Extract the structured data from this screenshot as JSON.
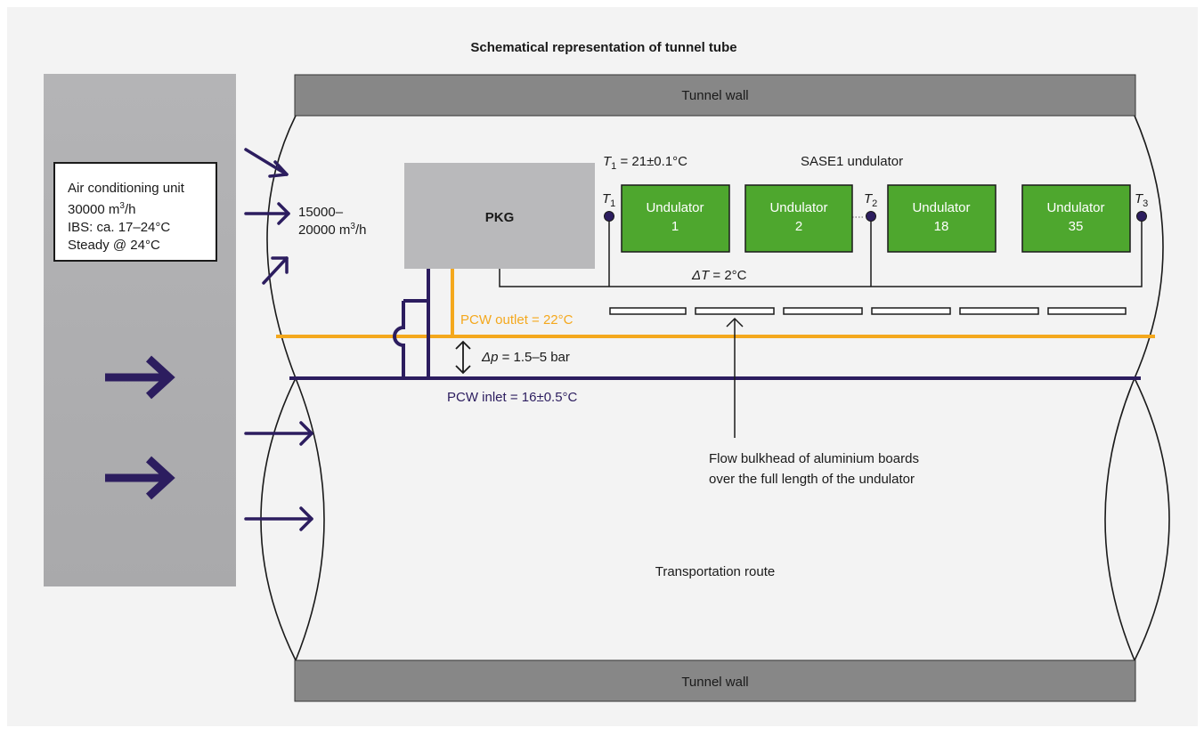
{
  "title": "Schematical representation of tunnel tube",
  "tunnel_wall_top": "Tunnel wall",
  "tunnel_wall_bottom": "Tunnel wall",
  "air_conditioning": {
    "line1": "Air conditioning unit",
    "line2_value": "30000 m",
    "line2_sup": "3",
    "line2_unit": "/h",
    "line3": "IBS: ca. 17–24°C",
    "line4": "Steady @ 24°C"
  },
  "airflow": {
    "line1": "15000–",
    "line2_value": "20000 m",
    "line2_sup": "3",
    "line2_unit": "/h"
  },
  "pkg_label": "PKG",
  "t1_setpoint": {
    "var": "T",
    "sub": "1",
    "rest": " = 21±0.1°C"
  },
  "sase_label": "SASE1 undulator",
  "sensors": [
    {
      "var": "T",
      "sub": "1"
    },
    {
      "var": "T",
      "sub": "2"
    },
    {
      "var": "T",
      "sub": "3"
    }
  ],
  "undulators": [
    {
      "name": "Undulator",
      "num": "1"
    },
    {
      "name": "Undulator",
      "num": "2"
    },
    {
      "name": "Undulator",
      "num": "18"
    },
    {
      "name": "Undulator",
      "num": "35"
    }
  ],
  "delta_t": {
    "var": "ΔT",
    "rest": " = 2°C"
  },
  "pcw_outlet": "PCW outlet = 22°C",
  "delta_p": {
    "var": "Δp",
    "rest": " = 1.5–5 bar"
  },
  "pcw_inlet": "PCW inlet = 16±0.5°C",
  "bulkhead": {
    "line1": "Flow bulkhead of aluminium boards",
    "line2": "over the full length of the undulator"
  },
  "transport_route": "Transportation route",
  "colors": {
    "pcw_outlet": "#f4a81d",
    "pcw_inlet": "#2c1d5f",
    "undulator_fill": "#4ea72e",
    "pkg_fill": "#b9b9bb",
    "wall_fill": "#878787"
  }
}
